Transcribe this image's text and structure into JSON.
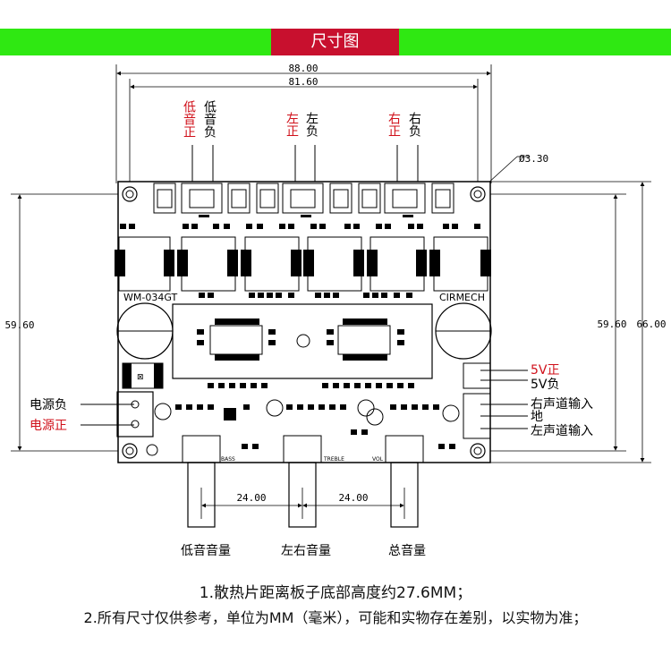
{
  "banner": {
    "title": "尺寸图",
    "bar_color": "#2fe812",
    "title_bg": "#c8102e"
  },
  "dimensions": {
    "width_outer": "88.00",
    "width_hole": "81.60",
    "hole_diameter": "Ø3.30",
    "height_left": "59.60",
    "height_right_inner": "59.60",
    "height_right_outer": "66.00",
    "pot_spacing_1": "24.00",
    "pot_spacing_2": "24.00"
  },
  "board": {
    "model": "WM-034GT",
    "brand": "CIRMECH"
  },
  "top_labels": [
    {
      "pos": "低音正",
      "neg": "低音负"
    },
    {
      "pos": "左正",
      "neg": "左负"
    },
    {
      "pos": "右正",
      "neg": "右负"
    }
  ],
  "power_labels": {
    "neg": "电源负",
    "pos": "电源正"
  },
  "right_labels": {
    "v5_pos": "5V正",
    "v5_neg": "5V负",
    "right_in": "右声道输入",
    "ground": "地",
    "left_in": "左声道输入"
  },
  "silk": {
    "bass": "BASS",
    "treble": "TREBLE",
    "vol": "VOL"
  },
  "pot_labels": {
    "bass": "低音音量",
    "lr": "左右音量",
    "total": "总音量"
  },
  "notes": [
    "1.散热片距离板子底部高度约27.6MM；",
    "2.所有尺寸仅供参考，单位为MM（毫米），可能和实物存在差别，以实物为准；"
  ],
  "colors": {
    "red_label": "#d0101a"
  }
}
